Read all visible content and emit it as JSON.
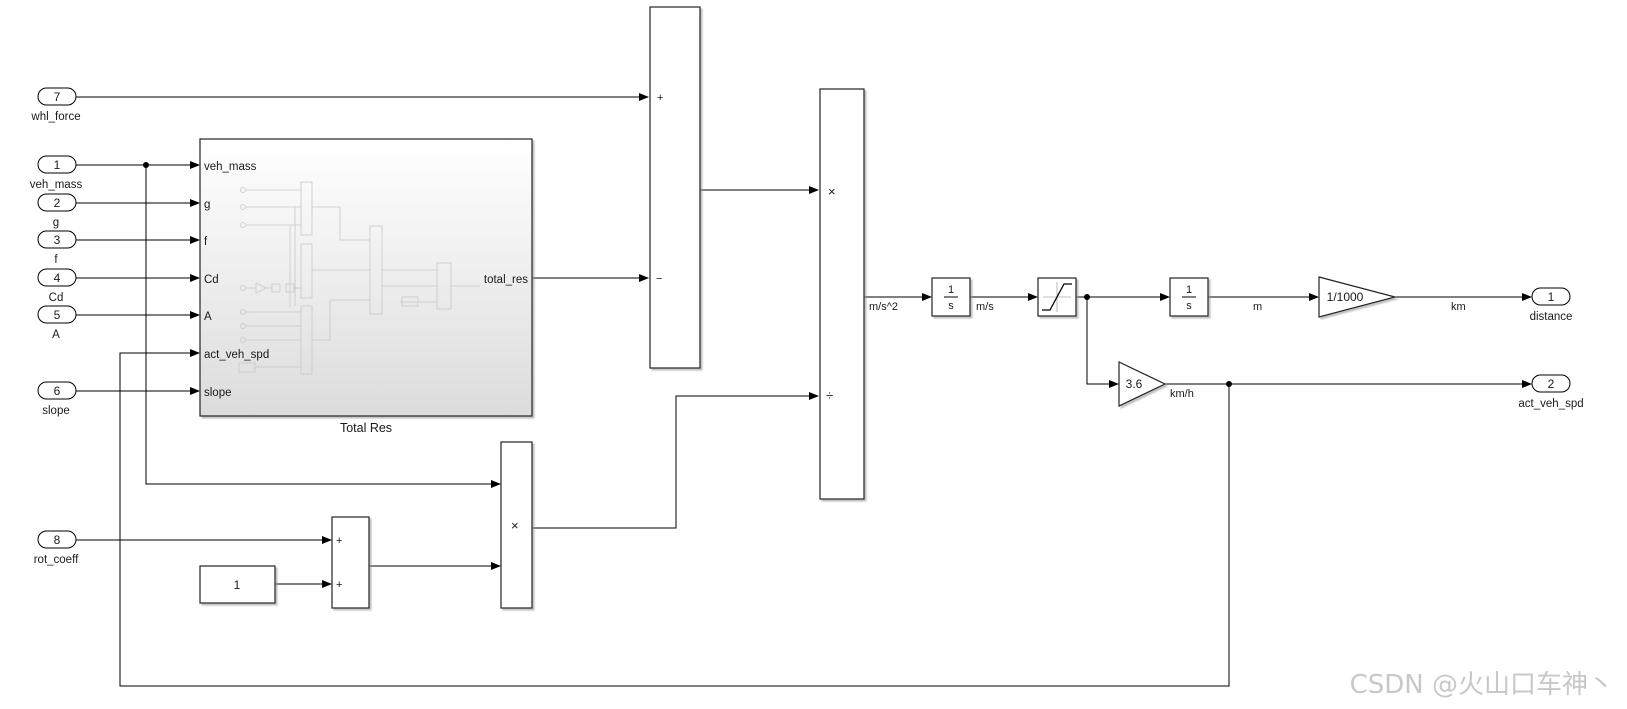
{
  "inports": [
    {
      "num": "7",
      "name": "whl_force"
    },
    {
      "num": "1",
      "name": "veh_mass"
    },
    {
      "num": "2",
      "name": "g"
    },
    {
      "num": "3",
      "name": "f"
    },
    {
      "num": "4",
      "name": "Cd"
    },
    {
      "num": "5",
      "name": "A"
    },
    {
      "num": "6",
      "name": "slope"
    },
    {
      "num": "8",
      "name": "rot_coeff"
    }
  ],
  "outports": [
    {
      "num": "1",
      "name": "distance"
    },
    {
      "num": "2",
      "name": "act_veh_spd"
    }
  ],
  "subsystem": {
    "name": "Total Res",
    "inputs": [
      "veh_mass",
      "g",
      "f",
      "Cd",
      "A",
      "act_veh_spd",
      "slope"
    ],
    "output": "total_res"
  },
  "constant": "1",
  "signs": {
    "plus": "+",
    "minus": "−",
    "times": "×",
    "divide": "÷"
  },
  "integrator": {
    "num": "1",
    "den": "s"
  },
  "gain_km": "1/1000",
  "gain_kmh": "3.6",
  "signal_labels": {
    "accel": "m/s^2",
    "speed": "m/s",
    "dist": "m",
    "dist_km": "km",
    "speed_kmh": "km/h"
  },
  "watermark": "CSDN @火山口车神丶",
  "colors": {
    "line": "#000000",
    "block_border": "#333333",
    "subsystem_gradient_bottom": "#dcdcdc"
  }
}
